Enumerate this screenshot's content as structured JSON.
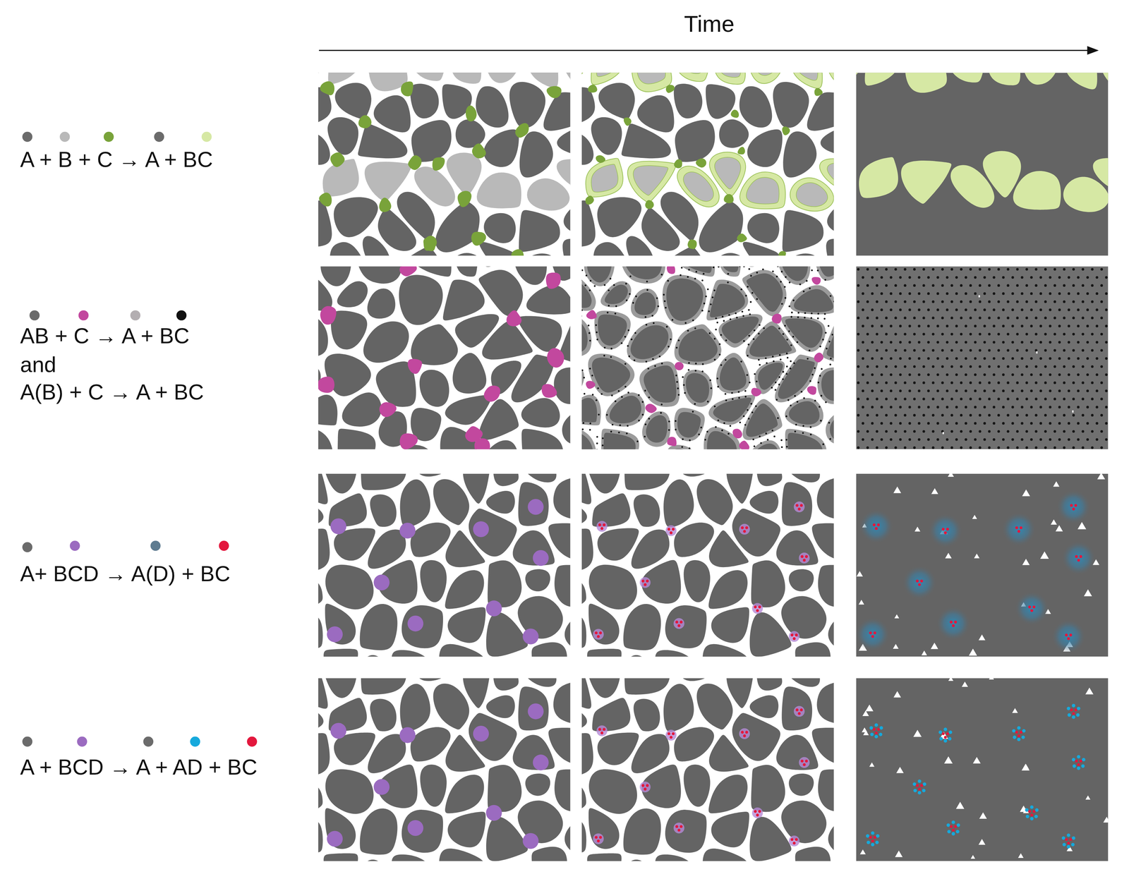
{
  "diagram": {
    "labels": [
      "Time",
      "A + B + C → A + BC",
      "AB + C → A + BC",
      "and",
      "A(B) + C → A + BC",
      "A+ BCD → A(D) + BC",
      "A + BCD → A + AD + BC"
    ]
  }
}
